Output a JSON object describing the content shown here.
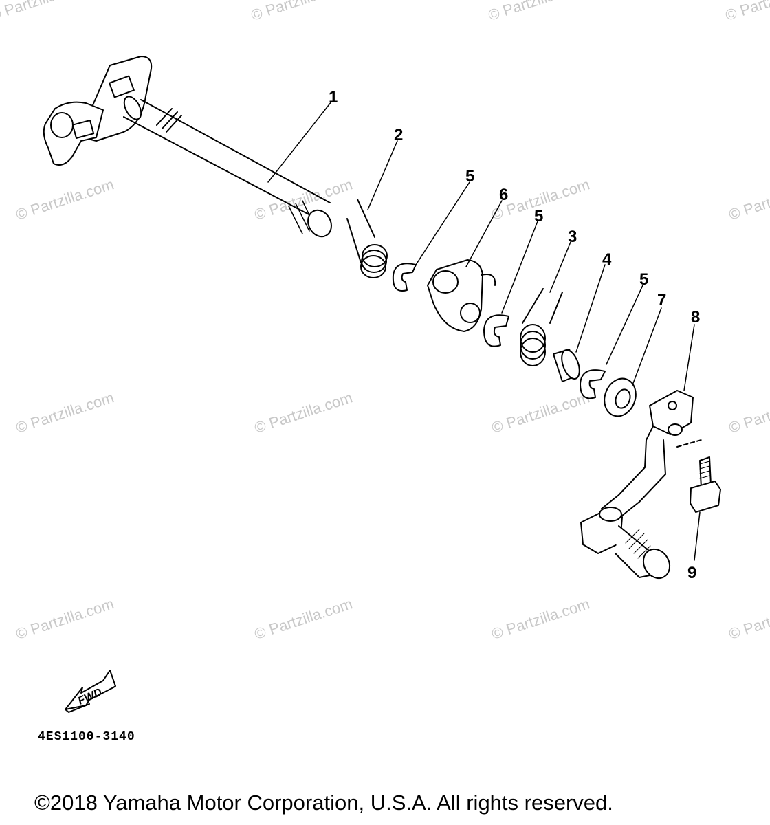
{
  "watermark": "© Partzilla.com",
  "callouts": [
    {
      "id": "1",
      "text": "1"
    },
    {
      "id": "2",
      "text": "2"
    },
    {
      "id": "5a",
      "text": "5"
    },
    {
      "id": "6",
      "text": "6"
    },
    {
      "id": "5b",
      "text": "5"
    },
    {
      "id": "3",
      "text": "3"
    },
    {
      "id": "4",
      "text": "4"
    },
    {
      "id": "5c",
      "text": "5"
    },
    {
      "id": "7",
      "text": "7"
    },
    {
      "id": "8",
      "text": "8"
    },
    {
      "id": "9",
      "text": "9"
    }
  ],
  "fwd_label": "FWD",
  "diagram_code": "4ES1100-3140",
  "copyright": "©2018  Yamaha Motor Corporation, U.S.A. All rights reserved."
}
